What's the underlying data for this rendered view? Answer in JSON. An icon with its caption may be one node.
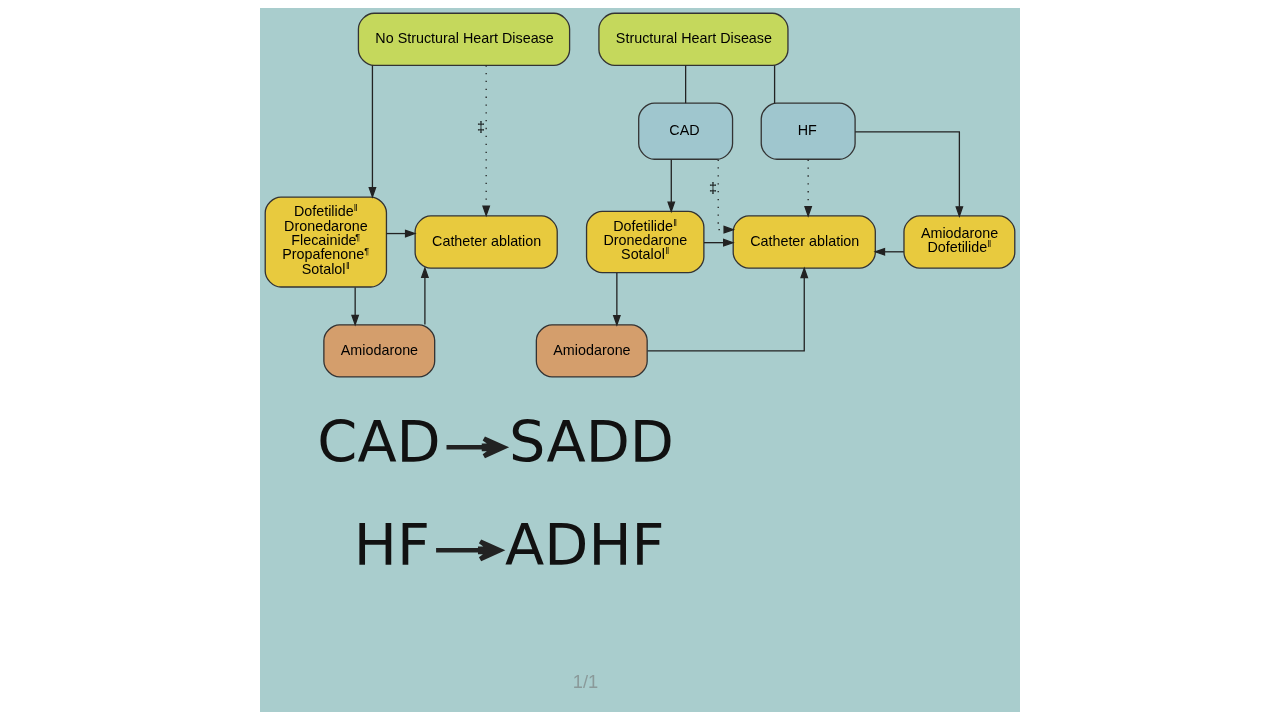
{
  "diagram": {
    "nodes": [
      {
        "text": [
          "No Structural Heart Disease"
        ]
      },
      {
        "text": [
          "Dofetilide$^{‖}$",
          "Dronedarone",
          "Flecainide$^{¶}$",
          "Propafenone$^{¶}$",
          "Sotalol$^{‖}$"
        ]
      },
      {
        "text": [
          "Catheter ablation"
        ]
      },
      {
        "text": [
          "Amiodarone"
        ]
      },
      {
        "text": [
          "Structural Heart Disease"
        ]
      },
      {
        "text": [
          "CAD"
        ]
      },
      {
        "text": [
          "HF"
        ]
      },
      {
        "text": [
          "Dofetilide$^{‖}$",
          "Dronedarone",
          "Sotalol$^{‖}$"
        ]
      },
      {
        "text": [
          "Catheter ablation"
        ]
      },
      {
        "text": [
          "Amiodarone",
          "Dofetilide$^{‖}$"
        ]
      },
      {
        "text": [
          "Amiodarone"
        ]
      },
      {
        "text": [
          "CAD"
        ]
      },
      {
        "text": [
          "SADD"
        ]
      },
      {
        "text": [
          "HF"
        ]
      },
      {
        "text": [
          "ADHF"
        ]
      }
    ],
    "edges": [
      {
        "from": 0,
        "to": 1,
        "arrow": "to"
      },
      {
        "from": 0,
        "to": 2,
        "arrow": "to",
        "style": "dashed",
        "label": "‡"
      },
      {
        "from": 1,
        "to": 2,
        "arrow": "to"
      },
      {
        "from": 1,
        "to": 3,
        "arrow": "to"
      },
      {
        "from": 3,
        "to": 2,
        "arrow": "to"
      },
      {
        "from": 4,
        "to": 5,
        "arrow": "none"
      },
      {
        "from": 4,
        "to": 6,
        "arrow": "none"
      },
      {
        "from": 5,
        "to": 7,
        "arrow": "to"
      },
      {
        "from": 5,
        "to": 8,
        "arrow": "to",
        "style": "dashed",
        "label": "‡"
      },
      {
        "from": 6,
        "to": 8,
        "arrow": "to",
        "style": "dashed"
      },
      {
        "from": 6,
        "to": 9,
        "arrow": "to"
      },
      {
        "from": 7,
        "to": 8,
        "arrow": "to"
      },
      {
        "from": 9,
        "to": 8,
        "arrow": "to"
      },
      {
        "from": 7,
        "to": 10,
        "arrow": "to"
      },
      {
        "from": 10,
        "to": 8,
        "arrow": "to"
      },
      {
        "from": 11,
        "to": 12,
        "arrow": "to",
        "style": "thick"
      },
      {
        "from": 13,
        "to": 14,
        "arrow": "to",
        "style": "thick"
      }
    ],
    "labels": [
      "1/1"
    ]
  }
}
